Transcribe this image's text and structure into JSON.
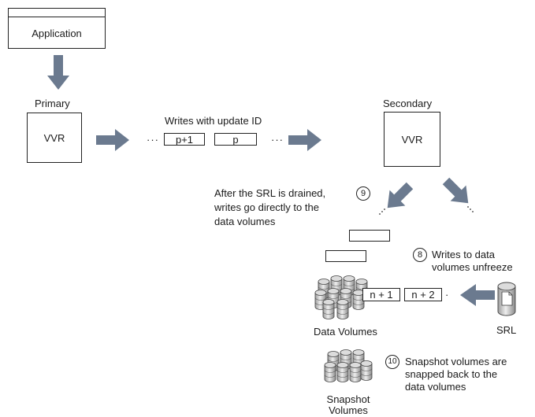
{
  "application": {
    "label": "Application"
  },
  "primary": {
    "title": "Primary",
    "label": "VVR"
  },
  "secondary": {
    "title": "Secondary",
    "label": "VVR"
  },
  "writes": {
    "caption": "Writes with update ID",
    "packet1": "p+1",
    "packet2": "p",
    "ellipsis_left": "···",
    "ellipsis_right": "···"
  },
  "step9": {
    "number": "9",
    "line1": "After the SRL is drained,",
    "line2": "writes go directly to the",
    "line3": "data volumes"
  },
  "step8": {
    "number": "8",
    "line1": "Writes to data",
    "line2": "volumes unfreeze"
  },
  "step10": {
    "number": "10",
    "line1": "Snapshot volumes are",
    "line2": "snapped back to the",
    "line3": "data volumes"
  },
  "queue": {
    "item1": "n + 1",
    "item2": "n + 2",
    "ellipsis": "·"
  },
  "labels": {
    "data_volumes": "Data Volumes",
    "srl": "SRL",
    "snapshot_line1": "Snapshot",
    "snapshot_line2": "Volumes"
  },
  "colors": {
    "arrow": "#6b7a8f",
    "outline": "#222222",
    "cylinder": "#cfcfcf"
  }
}
